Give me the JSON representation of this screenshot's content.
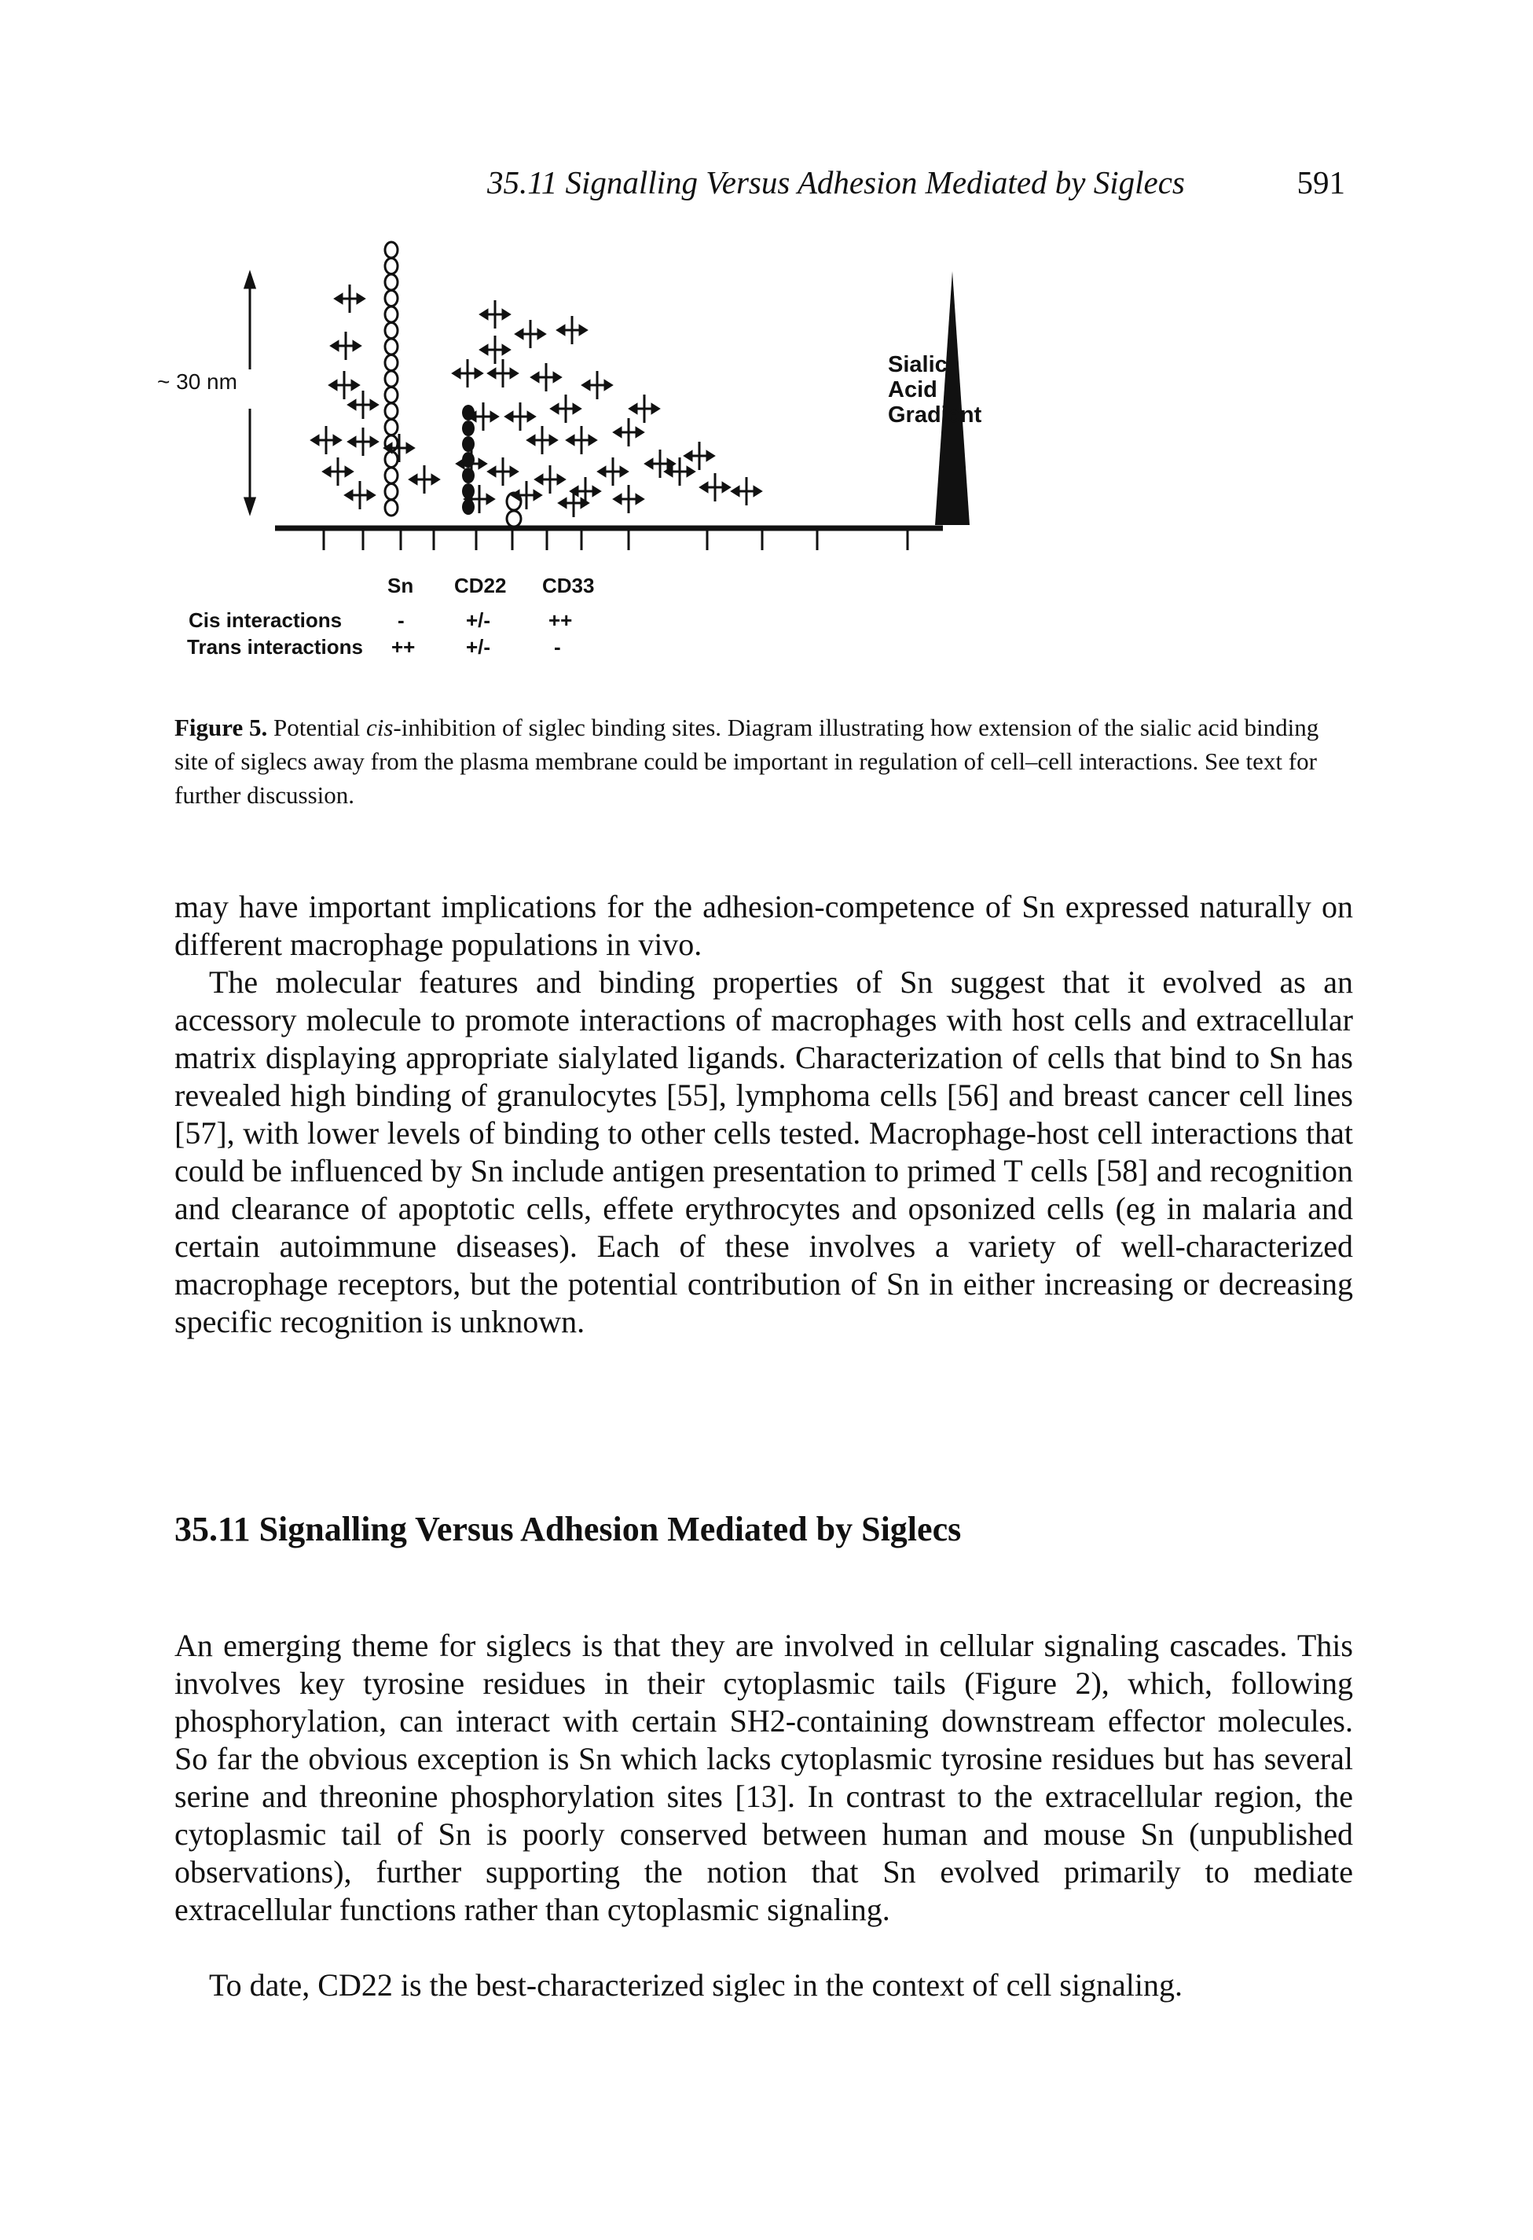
{
  "header": {
    "running_title": "35.11 Signalling Versus Adhesion Mediated by Siglecs",
    "page_number": "591"
  },
  "figure": {
    "scale_label": "~ 30 nm",
    "gradient_label_line1": "Sialic",
    "gradient_label_line2": "Acid",
    "gradient_label_line3": "Gradient",
    "columns": [
      "Sn",
      "CD22",
      "CD33"
    ],
    "cis_row": {
      "label_italic": "Cis",
      "label_rest": " interactions",
      "values": [
        "-",
        "+/-",
        "++"
      ]
    },
    "trans_row": {
      "label_italic": "Trans",
      "label_rest": " interactions",
      "values": [
        "++",
        "+/-",
        "-"
      ]
    },
    "caption": {
      "label": "Figure 5.",
      "text_before_italic": " Potential ",
      "italic": "cis",
      "text_after_italic": "-inhibition of siglec binding sites. Diagram illustrating how extension of the sialic acid binding site of siglecs away from the plasma membrane could be important in regulation of cell–cell interactions. See text for further discussion."
    }
  },
  "body": {
    "para1": "may have important implications for the adhesion-competence of Sn expressed naturally on different macrophage populations in vivo.",
    "para2": "The molecular features and binding properties of Sn suggest that it evolved as an accessory molecule to promote interactions of macrophages with host cells and extracellular matrix displaying appropriate sialylated ligands. Characterization of cells that bind to Sn has revealed high binding of granulocytes [55], lymphoma cells [56] and breast cancer cell lines [57], with lower levels of binding to other cells tested. Macrophage-host cell interactions that could be influenced by Sn include antigen presentation to primed T cells [58] and recognition and clearance of apoptotic cells, effete erythrocytes and opsonized cells (eg in malaria and certain autoimmune diseases). Each of these involves a variety of well-characterized macrophage receptors, but the potential contribution of Sn in either increasing or decreasing specific recognition is unknown.",
    "section_heading": "35.11 Signalling Versus Adhesion Mediated by Siglecs",
    "para3": "An emerging theme for siglecs is that they are involved in cellular signaling cascades. This involves key tyrosine residues in their cytoplasmic tails (Figure 2), which, following phosphorylation, can interact with certain SH2-containing downstream effector molecules. So far the obvious exception is Sn which lacks cytoplasmic tyrosine residues but has several serine and threonine phosphorylation sites [13]. In contrast to the extracellular region, the cytoplasmic tail of Sn is poorly conserved between human and mouse Sn (unpublished observations), further supporting the notion that Sn evolved primarily to mediate extracellular functions rather than cytoplasmic signaling.",
    "para4": "To date, CD22 is the best-characterized siglec in the context of cell signaling."
  }
}
